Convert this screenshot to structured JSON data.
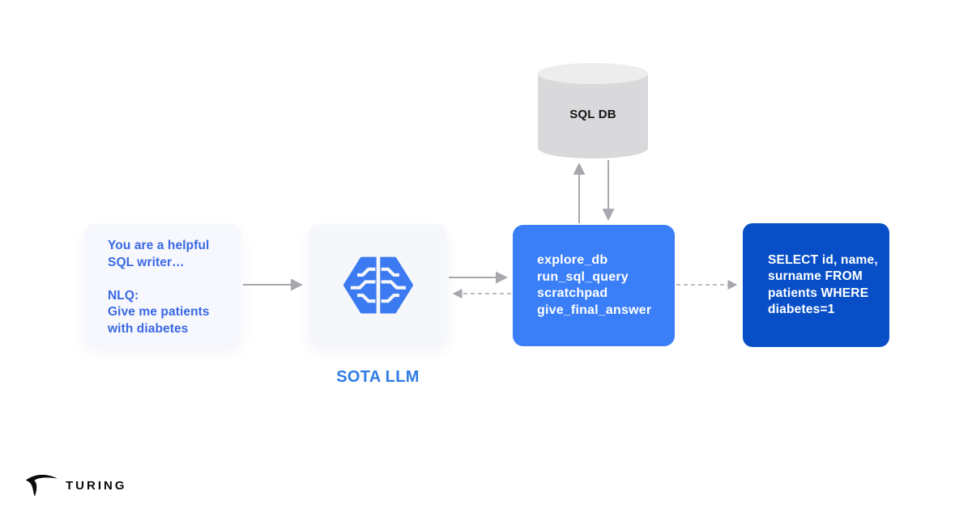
{
  "brand": {
    "name": "TURING",
    "icon": "turing-swoosh-icon"
  },
  "diagram": {
    "prompt_box": {
      "text": "You are a helpful\nSQL writer…\n\nNLQ:\nGive me patients\nwith diabetes",
      "bg": "#f7f8fd",
      "text_color": "#3968e4"
    },
    "llm": {
      "label": "SOTA LLM",
      "icon": "brain-chip-icon",
      "box_bg": "#f6f7fb",
      "label_color": "#2f7ce5",
      "icon_color": "#3b7af0"
    },
    "tools_box": {
      "text": "explore_db\nrun_sql_query\nscratchpad\ngive_final_answer",
      "bg": "#3a7ef8",
      "text_color": "#ffffff"
    },
    "result_box": {
      "text": "SELECT id, name,\nsurname FROM\npatients WHERE\ndiabetes=1",
      "bg": "#084fc7",
      "text_color": "#ffffff"
    },
    "database": {
      "label": "SQL DB",
      "icon": "database-cylinder-icon",
      "body_color": "#d9d9db",
      "top_color": "#ededee",
      "label_color": "#151517"
    },
    "arrows": {
      "color": "#a6a8ad"
    }
  }
}
